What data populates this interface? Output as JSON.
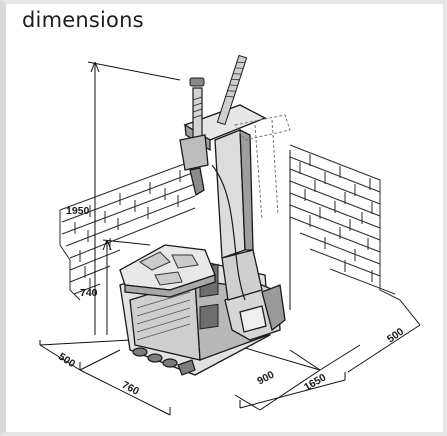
{
  "header": {
    "title": "dimensions"
  },
  "dimensions": {
    "height_total": "1950",
    "height_table": "740",
    "depth_side": "500",
    "width_base": "760",
    "depth_base": "900",
    "length_total": "1650",
    "width_right": "500"
  },
  "colors": {
    "ink": "#1a1a1a",
    "machine_fill": "#cfcfcf",
    "machine_dark": "#8a8a8a",
    "frame_border": "#d9d9d9"
  }
}
